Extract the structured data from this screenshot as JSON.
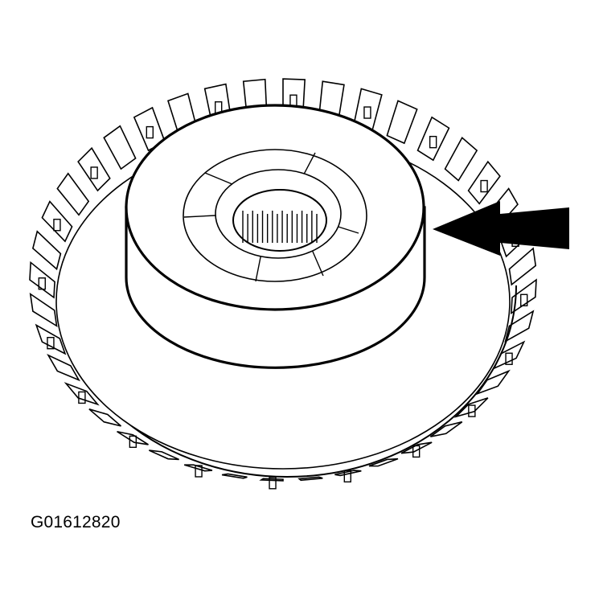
{
  "figure": {
    "id_label": "G01612820",
    "line_color": "#000000",
    "background": "#ffffff",
    "subject": "clutch-hub-with-splined-drum",
    "outer_teeth_count": 40,
    "inner_spline_count": 16,
    "pointer": "arrow-pointing-left"
  }
}
